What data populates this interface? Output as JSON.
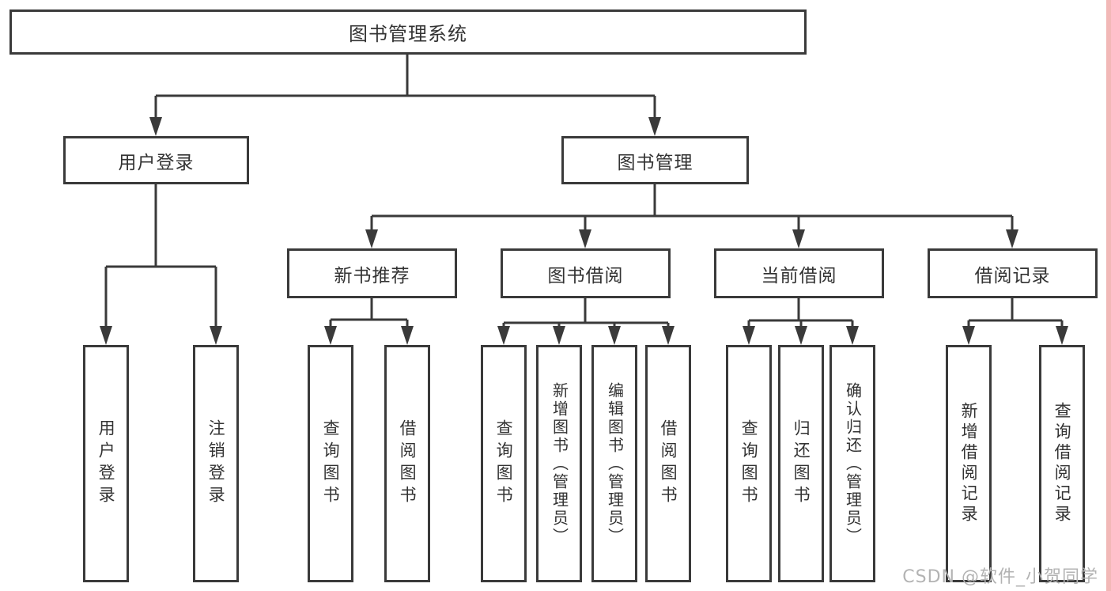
{
  "diagram": {
    "type": "hierarchy-tree",
    "root": {
      "label": "图书管理系统"
    },
    "level1": [
      {
        "label": "用户登录"
      },
      {
        "label": "图书管理"
      }
    ],
    "level2": [
      {
        "label": "新书推荐",
        "parent": "图书管理"
      },
      {
        "label": "图书借阅",
        "parent": "图书管理"
      },
      {
        "label": "当前借阅",
        "parent": "图书管理"
      },
      {
        "label": "借阅记录",
        "parent": "图书管理"
      }
    ],
    "leaves": [
      {
        "label": "用户登录",
        "parent": "用户登录"
      },
      {
        "label": "注销登录",
        "parent": "用户登录"
      },
      {
        "label": "查询图书",
        "parent": "新书推荐"
      },
      {
        "label": "借阅图书",
        "parent": "新书推荐"
      },
      {
        "label": "查询图书",
        "parent": "图书借阅"
      },
      {
        "label": "新增图书（管理员）",
        "parent": "图书借阅"
      },
      {
        "label": "编辑图书（管理员）",
        "parent": "图书借阅"
      },
      {
        "label": "借阅图书",
        "parent": "图书借阅"
      },
      {
        "label": "查询图书",
        "parent": "当前借阅"
      },
      {
        "label": "归还图书",
        "parent": "当前借阅"
      },
      {
        "label": "确认归还（管理员）",
        "parent": "当前借阅"
      },
      {
        "label": "新增借阅记录",
        "parent": "借阅记录"
      },
      {
        "label": "查询借阅记录",
        "parent": "借阅记录"
      }
    ]
  },
  "watermark": {
    "text": "CSDN @软件_小贺同学"
  },
  "colors": {
    "line": "#3a3a3a",
    "box_border": "#3a3a3a",
    "text": "#333333",
    "watermark_text": "#b3b3b3",
    "right_edge_strip": "#f2b8b7",
    "background": "#ffffff"
  }
}
